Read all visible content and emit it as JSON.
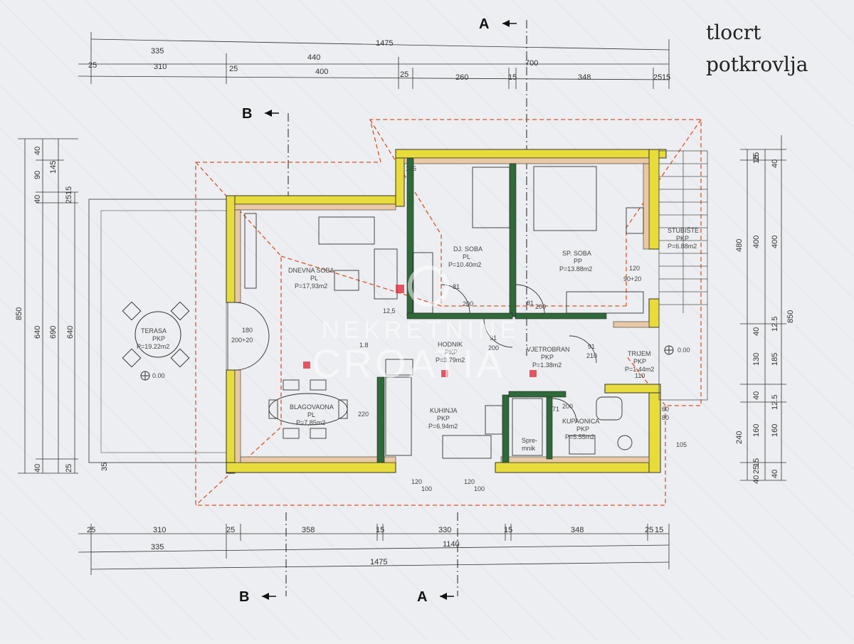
{
  "title": {
    "line1": "tlocrt",
    "line2": "potkrovlja"
  },
  "sections": {
    "a_top": "A",
    "a_bottom": "A",
    "b_top": "B",
    "b_bottom": "B"
  },
  "top_dims": {
    "row1": [
      "1475"
    ],
    "row2": [
      "335",
      "440",
      "700"
    ],
    "row3": [
      "25",
      "310",
      "25",
      "400",
      "25",
      "260",
      "15",
      "348",
      "25",
      "15"
    ]
  },
  "bottom_dims": {
    "row1": [
      "25",
      "310",
      "25",
      "358",
      "15",
      "330",
      "15",
      "348",
      "25",
      "15"
    ],
    "row2": [
      "335",
      "1140"
    ],
    "row3": [
      "1475"
    ]
  },
  "left_dims": {
    "outer": [
      "850"
    ],
    "mid": [
      "640",
      "690",
      "640"
    ],
    "inner": [
      "40",
      "90",
      "40",
      "145",
      "25",
      "15",
      "40",
      "25",
      "35"
    ]
  },
  "right_dims": {
    "col1": [
      "25",
      "40",
      "400",
      "40",
      "130",
      "40",
      "160",
      "25",
      "40"
    ],
    "col2": [
      "15",
      "480",
      "400",
      "12.5",
      "185",
      "12.5",
      "240",
      "160",
      "15",
      "40"
    ],
    "col3": [
      "850"
    ]
  },
  "rooms": [
    {
      "name": "TERASA",
      "code": "PKP",
      "area": "P=19.22m2"
    },
    {
      "name": "DNEVNA SOBA",
      "code": "PL",
      "area": "P=17,93m2"
    },
    {
      "name": "BLAGOVAONA",
      "code": "PL",
      "area": "P=7,85m2"
    },
    {
      "name": "DJ. SOBA",
      "code": "PL",
      "area": "P=10.40m2"
    },
    {
      "name": "SP. SOBA",
      "code": "PP",
      "area": "P=13.88m2"
    },
    {
      "name": "HODNIK",
      "code": "PKP",
      "area": "P=3.79m2"
    },
    {
      "name": "KUHINJA",
      "code": "PKP",
      "area": "P=6.94m2"
    },
    {
      "name": "VJETROBRAN",
      "code": "PKP",
      "area": "P=1.38m2"
    },
    {
      "name": "TRIJEM",
      "code": "PKP",
      "area": "P=1.44m2"
    },
    {
      "name": "STUBIŠTE",
      "code": "PKP",
      "area": "P=6.88m2"
    },
    {
      "name": "KUPAONICA",
      "code": "PKP",
      "area": "P=5.55m2"
    },
    {
      "name": "Spre-",
      "code": "mnik",
      "area": ""
    }
  ],
  "openings": {
    "door_main": [
      "180",
      "200+20"
    ],
    "door_dj": [
      "81",
      "200"
    ],
    "door_sp": [
      "81",
      "200"
    ],
    "door_hod": [
      "91",
      "200"
    ],
    "door_vjet": [
      "91",
      "210"
    ],
    "door_kup": [
      "71",
      "200"
    ],
    "window_sp": [
      "120",
      "90+20"
    ],
    "window_kuh1": [
      "120",
      "100"
    ],
    "window_kuh2": [
      "120",
      "100"
    ],
    "trijem_w": [
      "110"
    ],
    "kup_win": [
      "60",
      "80"
    ],
    "kup_side": [
      "105"
    ],
    "dnevna_small": [
      "12,5"
    ],
    "hod_small": [
      "1.8"
    ],
    "kuh_small": [
      "220"
    ],
    "sp_small": [
      "145"
    ]
  },
  "levels": {
    "terasa": "0.00",
    "trijem": "0.00"
  },
  "watermark": {
    "line1": "NEKRETNINE",
    "line2": "CROATIA"
  },
  "colors": {
    "wall_outer": "#e8dc3a",
    "wall_inner": "#2f6a3a",
    "roof_line": "#d9532b",
    "accent": "#e03040"
  }
}
